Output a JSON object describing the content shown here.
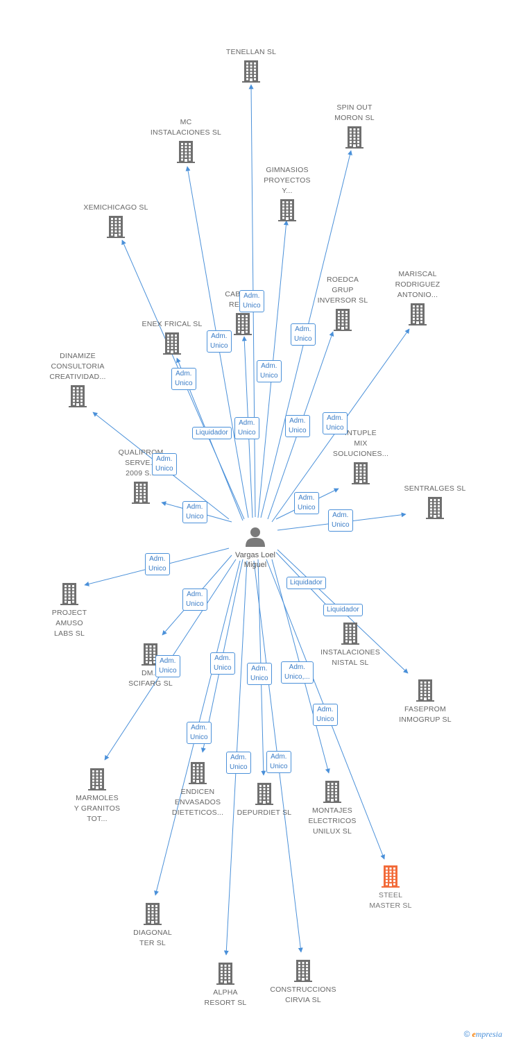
{
  "colors": {
    "company": "#6f6f6f",
    "highlight": "#f26b3a",
    "edge": "#4a90d9",
    "person": "#7a7a7a"
  },
  "center": {
    "name": "Vargas Loel\nMiguel",
    "icon": "person-icon"
  },
  "companies": [
    {
      "id": "tenellan",
      "name": "TENELLAN SL",
      "highlight": false
    },
    {
      "id": "spinout",
      "name": "SPIN OUT\nMORON SL",
      "highlight": false
    },
    {
      "id": "mc",
      "name": "MC\nINSTALACIONES SL",
      "highlight": false
    },
    {
      "id": "gimnasios",
      "name": "GIMNASIOS\nPROYECTOS\nY...",
      "highlight": false
    },
    {
      "id": "xemichicago",
      "name": "XEMICHICAGO SL",
      "highlight": false
    },
    {
      "id": "mariscal",
      "name": "MARISCAL\nRODRIGUEZ\nANTONIO...",
      "highlight": false
    },
    {
      "id": "roedca",
      "name": "ROEDCA\nGRUP\nINVERSOR SL",
      "highlight": false
    },
    {
      "id": "cabesus",
      "name": "CABESUS\nRESO...",
      "highlight": false
    },
    {
      "id": "enexfrical",
      "name": "ENEX FRICAL SL",
      "highlight": false
    },
    {
      "id": "dinamize",
      "name": "DINAMIZE\nCONSULTORIA\nCREATIVIDAD...",
      "highlight": false
    },
    {
      "id": "intuple",
      "name": "INTUPLE\nMIX\nSOLUCIONES...",
      "highlight": false
    },
    {
      "id": "qualiprom",
      "name": "QUALIPROM\nSERVE...\n2009 S...",
      "highlight": false
    },
    {
      "id": "sentralges",
      "name": "SENTRALGES SL",
      "highlight": false
    },
    {
      "id": "project",
      "name": "PROJECT\nAMUSO\nLABS SL",
      "highlight": false
    },
    {
      "id": "dmscifarg",
      "name": "DM...\nSCIFARG SL",
      "highlight": false
    },
    {
      "id": "instalaciones",
      "name": "INSTALACIONES\nNISTAL SL",
      "highlight": false
    },
    {
      "id": "faseprom",
      "name": "FASEPROM\nINMOGRUP SL",
      "highlight": false
    },
    {
      "id": "marmoles",
      "name": "MARMOLES\nY GRANITOS\nTOT...",
      "highlight": false
    },
    {
      "id": "endicen",
      "name": "ENDICEN\nENVASADOS\nDIETETICOS...",
      "highlight": false
    },
    {
      "id": "depurdiet",
      "name": "DEPURDIET SL",
      "highlight": false
    },
    {
      "id": "montajes",
      "name": "MONTAJES\nELECTRICOS\nUNILUX SL",
      "highlight": false
    },
    {
      "id": "steel",
      "name": "STEEL\nMASTER SL",
      "highlight": true
    },
    {
      "id": "diagonal",
      "name": "DIAGONAL\nTER SL",
      "highlight": false
    },
    {
      "id": "alpha",
      "name": "ALPHA\nRESORT SL",
      "highlight": false
    },
    {
      "id": "construccions",
      "name": "CONSTRUCCIONS\nCIRVIA SL",
      "highlight": false
    }
  ],
  "relations": [
    {
      "target": "tenellan",
      "label": "Adm.\nUnico"
    },
    {
      "target": "spinout",
      "label": "Adm.\nUnico"
    },
    {
      "target": "mc",
      "label": "Adm.\nUnico"
    },
    {
      "target": "gimnasios",
      "label": "Adm.\nUnico"
    },
    {
      "target": "xemichicago",
      "label": "Adm.\nUnico"
    },
    {
      "target": "mariscal",
      "label": "Adm.\nUnico"
    },
    {
      "target": "roedca",
      "label": "Adm.\nUnico"
    },
    {
      "target": "cabesus",
      "label": "Adm.\nUnico"
    },
    {
      "target": "enexfrical",
      "label": "Liquidador"
    },
    {
      "target": "dinamize",
      "label": "Adm.\nUnico"
    },
    {
      "target": "intuple",
      "label": "Adm.\nUnico"
    },
    {
      "target": "qualiprom",
      "label": "Adm.\nUnico"
    },
    {
      "target": "sentralges",
      "label": "Adm.\nUnico"
    },
    {
      "target": "project",
      "label": "Adm.\nUnico"
    },
    {
      "target": "dmscifarg",
      "label": "Adm.\nUnico"
    },
    {
      "target": "instalaciones",
      "label": "Liquidador"
    },
    {
      "target": "faseprom",
      "label": "Liquidador"
    },
    {
      "target": "marmoles",
      "label": "Adm.\nUnico"
    },
    {
      "target": "endicen",
      "label": "Adm.\nUnico"
    },
    {
      "target": "depurdiet",
      "label": "Adm.\nUnico"
    },
    {
      "target": "montajes",
      "label": "Adm.\nUnico"
    },
    {
      "target": "steel",
      "label": "Adm.\nUnico,..."
    },
    {
      "target": "diagonal",
      "label": "Adm.\nUnico"
    },
    {
      "target": "alpha",
      "label": "Adm.\nUnico"
    },
    {
      "target": "construccions",
      "label": "Adm.\nUnico"
    }
  ],
  "footer": {
    "copyright": "©",
    "brand_first": "e",
    "brand_rest": "mpresia"
  }
}
